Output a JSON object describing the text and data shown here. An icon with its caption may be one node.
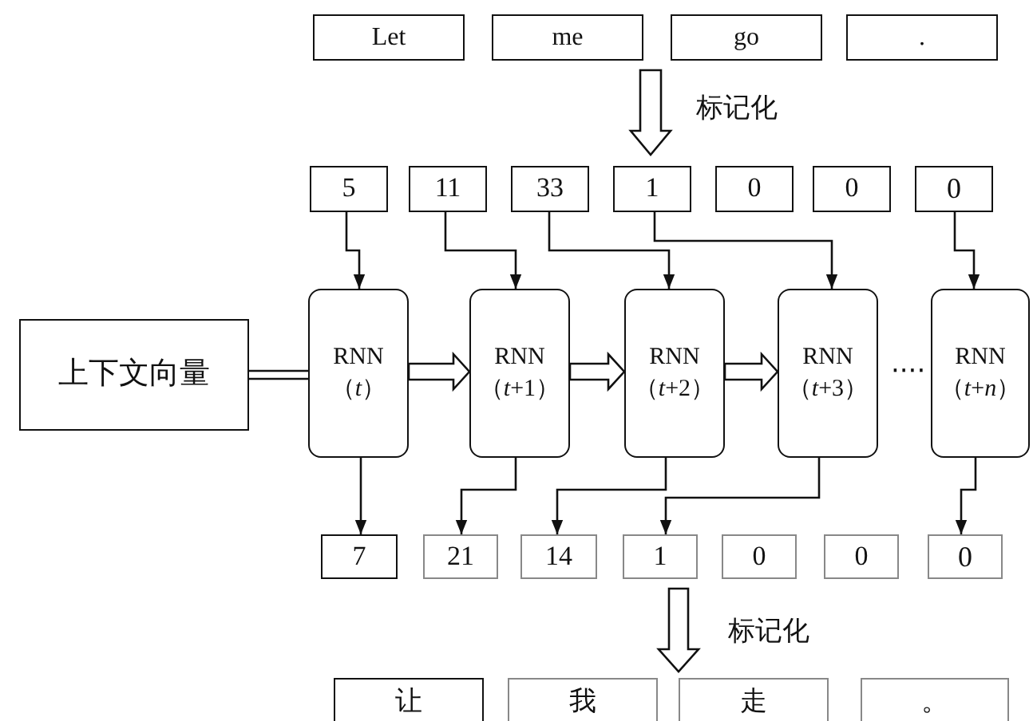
{
  "diagram": {
    "nodes": [
      {
        "text": [
          "Let"
        ]
      },
      {
        "text": [
          "me"
        ]
      },
      {
        "text": [
          "go"
        ]
      },
      {
        "text": [
          "."
        ]
      },
      {
        "text": [
          "5"
        ]
      },
      {
        "text": [
          "11"
        ]
      },
      {
        "text": [
          "33"
        ]
      },
      {
        "text": [
          "1"
        ]
      },
      {
        "text": [
          "0"
        ]
      },
      {
        "text": [
          "0"
        ]
      },
      {
        "text": [
          "0"
        ]
      },
      {
        "text": [
          "上下文向量"
        ]
      },
      {
        "text": [
          "RNN",
          "（*t*）"
        ]
      },
      {
        "text": [
          "RNN",
          "（*t*+1）"
        ]
      },
      {
        "text": [
          "RNN",
          "（*t*+2）"
        ]
      },
      {
        "text": [
          "RNN",
          "（*t*+3）"
        ]
      },
      {
        "text": [
          "RNN",
          "（*t*+*n*）"
        ]
      },
      {
        "text": [
          "7"
        ]
      },
      {
        "text": [
          "21"
        ]
      },
      {
        "text": [
          "14"
        ]
      },
      {
        "text": [
          "1"
        ]
      },
      {
        "text": [
          "0"
        ]
      },
      {
        "text": [
          "0"
        ]
      },
      {
        "text": [
          "0"
        ]
      },
      {
        "text": [
          "让"
        ]
      },
      {
        "text": [
          "我"
        ]
      },
      {
        "text": [
          "走"
        ]
      },
      {
        "text": [
          "。"
        ]
      }
    ],
    "edges": [
      {
        "from": 11,
        "to": 12,
        "arrow": "none"
      },
      {
        "from": 4,
        "to": 12,
        "arrow": "to"
      },
      {
        "from": 5,
        "to": 13,
        "arrow": "to"
      },
      {
        "from": 6,
        "to": 14,
        "arrow": "to"
      },
      {
        "from": 7,
        "to": 15,
        "arrow": "to"
      },
      {
        "from": 10,
        "to": 16,
        "arrow": "to"
      },
      {
        "from": 12,
        "to": 13,
        "arrow": "to",
        "style": "thick"
      },
      {
        "from": 13,
        "to": 14,
        "arrow": "to",
        "style": "thick"
      },
      {
        "from": 14,
        "to": 15,
        "arrow": "to",
        "style": "thick"
      },
      {
        "from": 12,
        "to": 17,
        "arrow": "to"
      },
      {
        "from": 13,
        "to": 18,
        "arrow": "to"
      },
      {
        "from": 14,
        "to": 19,
        "arrow": "to"
      },
      {
        "from": 15,
        "to": 20,
        "arrow": "to"
      },
      {
        "from": 16,
        "to": 23,
        "arrow": "to"
      },
      {
        "from": 1,
        "to": 7,
        "arrow": "to",
        "style": "thick",
        "label": "标记化"
      },
      {
        "from": 20,
        "to": 26,
        "arrow": "to",
        "style": "thick",
        "label": "标记化"
      }
    ],
    "labels": [
      "····"
    ]
  }
}
